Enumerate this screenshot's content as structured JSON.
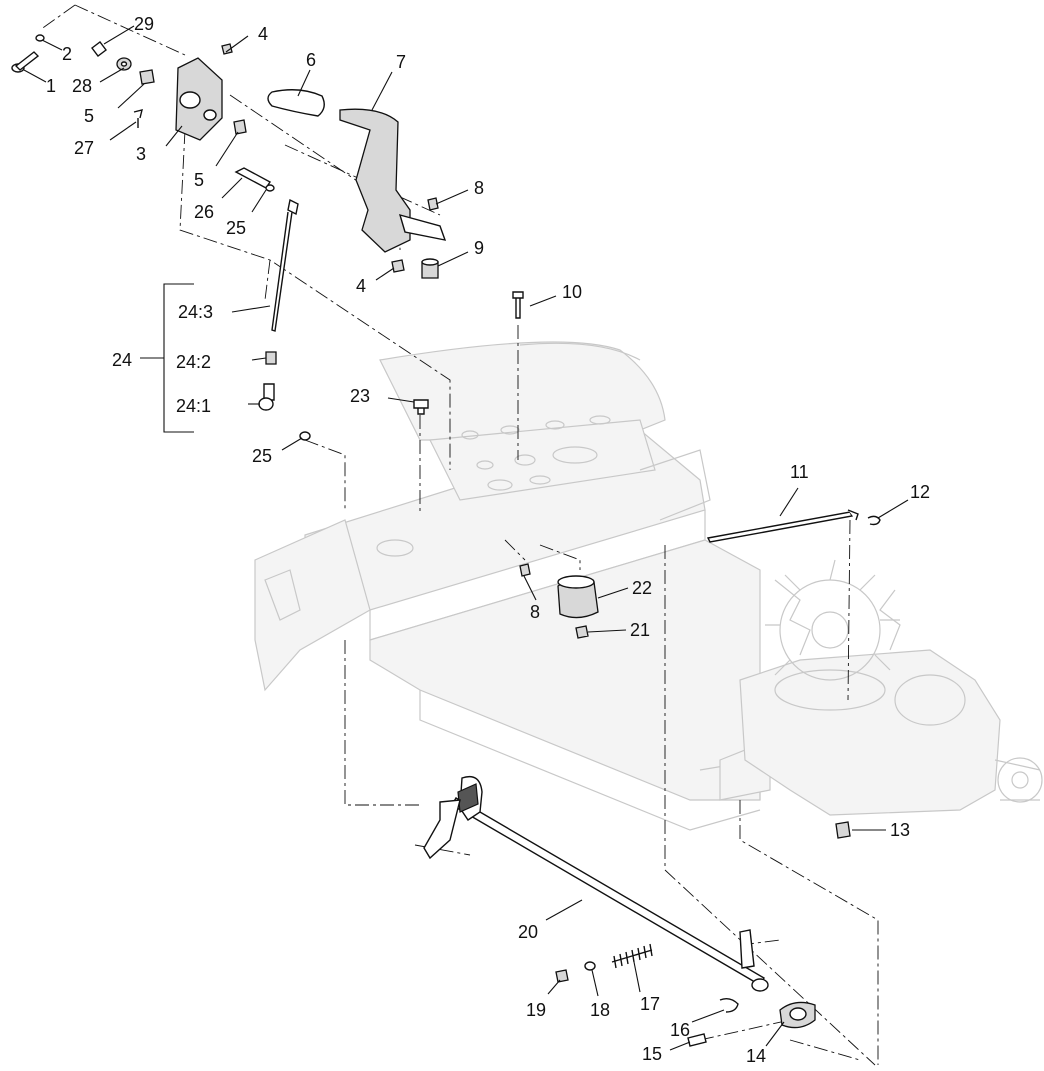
{
  "callouts": [
    {
      "id": "c1",
      "text": "1"
    },
    {
      "id": "c2",
      "text": "2"
    },
    {
      "id": "c29",
      "text": "29"
    },
    {
      "id": "c28",
      "text": "28"
    },
    {
      "id": "c4a",
      "text": "4"
    },
    {
      "id": "c5a",
      "text": "5"
    },
    {
      "id": "c27",
      "text": "27"
    },
    {
      "id": "c3",
      "text": "3"
    },
    {
      "id": "c5b",
      "text": "5"
    },
    {
      "id": "c6",
      "text": "6"
    },
    {
      "id": "c7",
      "text": "7"
    },
    {
      "id": "c8a",
      "text": "8"
    },
    {
      "id": "c26",
      "text": "26"
    },
    {
      "id": "c25a",
      "text": "25"
    },
    {
      "id": "c9",
      "text": "9"
    },
    {
      "id": "c4b",
      "text": "4"
    },
    {
      "id": "c10",
      "text": "10"
    },
    {
      "id": "c24_3",
      "text": "24:3"
    },
    {
      "id": "c24",
      "text": "24"
    },
    {
      "id": "c24_2",
      "text": "24:2"
    },
    {
      "id": "c24_1",
      "text": "24:1"
    },
    {
      "id": "c23",
      "text": "23"
    },
    {
      "id": "c25b",
      "text": "25"
    },
    {
      "id": "c11",
      "text": "11"
    },
    {
      "id": "c12",
      "text": "12"
    },
    {
      "id": "c22",
      "text": "22"
    },
    {
      "id": "c8b",
      "text": "8"
    },
    {
      "id": "c21",
      "text": "21"
    },
    {
      "id": "c13",
      "text": "13"
    },
    {
      "id": "c20",
      "text": "20"
    },
    {
      "id": "c19",
      "text": "19"
    },
    {
      "id": "c18",
      "text": "18"
    },
    {
      "id": "c17",
      "text": "17"
    },
    {
      "id": "c16",
      "text": "16"
    },
    {
      "id": "c15",
      "text": "15"
    },
    {
      "id": "c14",
      "text": "14"
    }
  ]
}
